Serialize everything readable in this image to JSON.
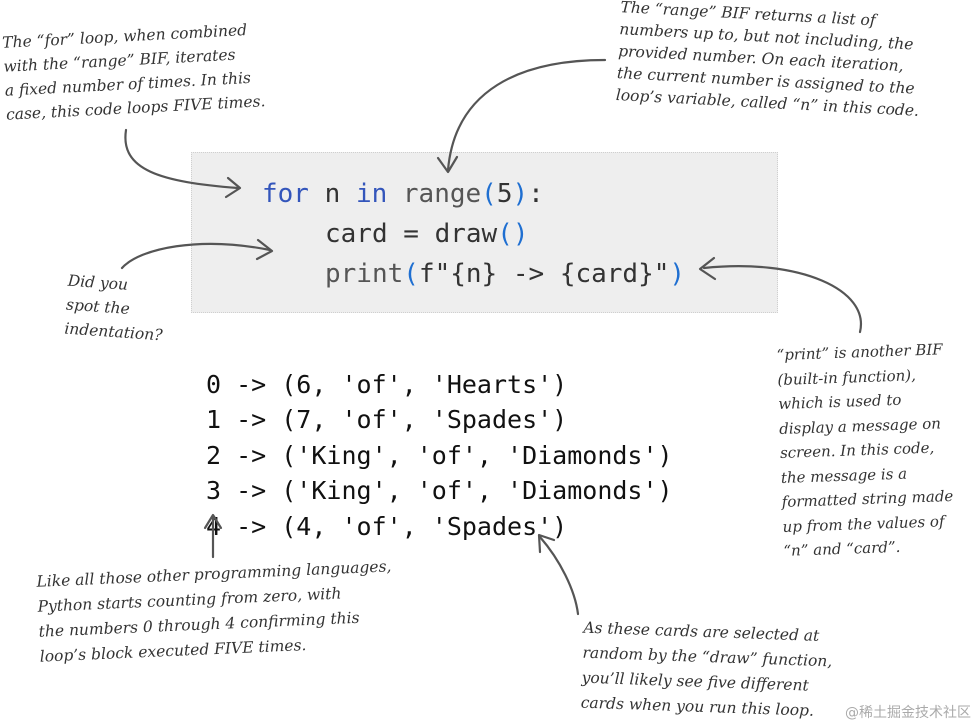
{
  "notes": {
    "for_loop": [
      "The “for” loop, when combined",
      "with the “range” BIF, iterates",
      "a fixed number of times. In this",
      "case, this code loops FIVE times."
    ],
    "range_bif": [
      "The “range” BIF returns a list of",
      "numbers up to, but not including, the",
      "provided number. On each iteration,",
      "the current number is assigned to the",
      "loop’s variable, called “n” in this code."
    ],
    "indentation": [
      "Did you",
      "spot the",
      "indentation?"
    ],
    "print_bif": [
      "“print” is another BIF",
      "(built-in function),",
      "which is used to",
      "display a message on",
      "screen. In this code,",
      "the message is a",
      "formatted string made",
      "up from the values of",
      "“n” and “card”."
    ],
    "counting": [
      "Like all those other programming languages,",
      "Python starts counting from zero, with",
      "the numbers 0 through 4 confirming this",
      "loop’s block executed FIVE times."
    ],
    "random_cards": [
      "As these cards are selected at",
      "random by the “draw” function,",
      "you’ll likely see five different",
      "cards when you run this loop."
    ]
  },
  "code": {
    "line1": {
      "kw_for": "for",
      "var": " n ",
      "kw_in": "in",
      "fn": " range",
      "open": "(",
      "arg": "5",
      "close": ")",
      "colon": ":"
    },
    "line2": {
      "text": "card = draw",
      "open": "(",
      "close": ")"
    },
    "line3": {
      "fn": "print",
      "open": "(",
      "fstr": "f\"{n} -> {card}\"",
      "close": ")"
    }
  },
  "output": [
    "0 -> (6, 'of', 'Hearts')",
    "1 -> (7, 'of', 'Spades')",
    "2 -> ('King', 'of', 'Diamonds')",
    "3 -> ('King', 'of', 'Diamonds')",
    "4 -> (4, 'of', 'Spades')"
  ],
  "watermark": "@稀土掘金技术社区",
  "colors": {
    "keyword": "#3355bb",
    "paren": "#1f6fd1",
    "code_bg": "#eeeeee"
  }
}
